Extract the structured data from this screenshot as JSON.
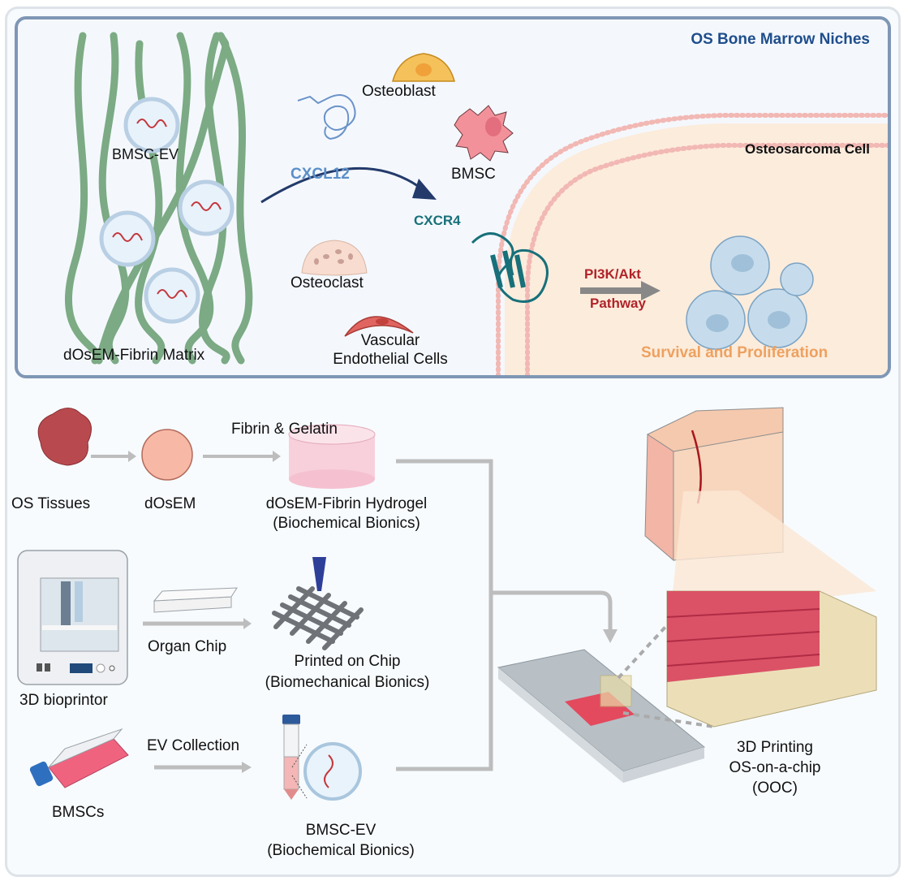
{
  "top_panel": {
    "title": "OS Bone Marrow Niches",
    "labels": {
      "bmsc_ev": "BMSC-EV",
      "matrix": "dOsEM-Fibrin Matrix",
      "osteoblast": "Osteoblast",
      "bmsc": "BMSC",
      "osteoclast": "Osteoclast",
      "vascular_1": "Vascular",
      "vascular_2": "Endothelial Cells",
      "cxcl12": "CXCL12",
      "cxcr4": "CXCR4",
      "os_cell": "Osteosarcoma Cell",
      "pathway_1": "PI3K/Akt",
      "pathway_2": "Pathway",
      "outcome": "Survival and Proliferation"
    }
  },
  "bottom_panel": {
    "row1": {
      "os_tissues": "OS Tissues",
      "dosem": "dOsEM",
      "arrow_label": "Fibrin & Gelatin",
      "hydrogel_1": "dOsEM-Fibrin Hydrogel",
      "hydrogel_2": "(Biochemical Bionics)"
    },
    "row2": {
      "bioprinter": "3D bioprintor",
      "arrow_label": "Organ Chip",
      "printed_1": "Printed on Chip",
      "printed_2": "(Biomechanical Bionics)"
    },
    "row3": {
      "bmscs": "BMSCs",
      "arrow_label": "EV Collection",
      "ev_1": "BMSC-EV",
      "ev_2": "(Biochemical Bionics)"
    },
    "result": {
      "line1": "3D Printing",
      "line2": "OS-on-a-chip",
      "line3": "(OOC)"
    }
  },
  "colors": {
    "title_blue": "#1f4e8c",
    "cxcl12_blue": "#5b8fc9",
    "cxcr4_teal": "#17707a",
    "pathway_red": "#b0242a",
    "outcome_orange": "#eea15f",
    "fiber_green": "#6fa277",
    "arrow_gray": "#bdbdbd"
  }
}
